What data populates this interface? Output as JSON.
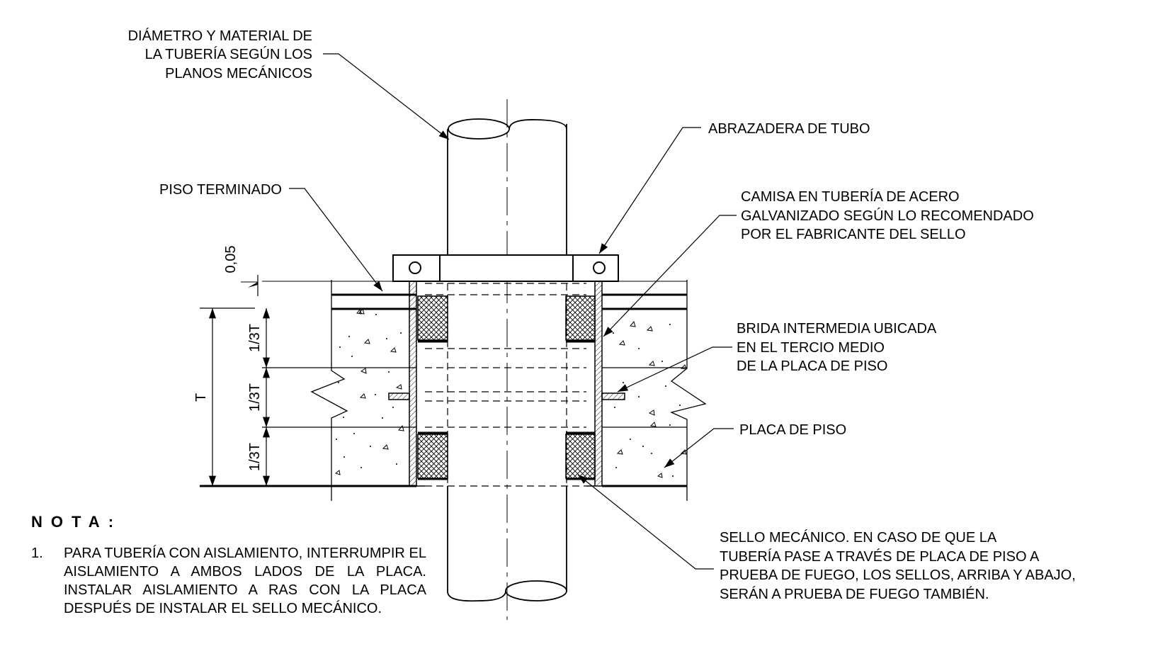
{
  "labels": {
    "pipe_spec": [
      "DIÁMETRO Y MATERIAL DE",
      "LA TUBERÍA SEGÚN LOS",
      "PLANOS MECÁNICOS"
    ],
    "pipe_clamp": "ABRAZADERA DE TUBO",
    "finished_floor": "PISO TERMINADO",
    "sleeve": [
      "CAMISA EN TUBERÍA DE ACERO",
      "GALVANIZADO SEGÚN LO RECOMENDADO",
      "POR EL FABRICANTE DEL SELLO"
    ],
    "intermediate_flange": [
      "BRIDA INTERMEDIA UBICADA",
      "EN EL TERCIO MEDIO",
      "DE LA PLACA DE PISO"
    ],
    "floor_slab": "PLACA DE PISO",
    "mechanical_seal": [
      "SELLO MECÁNICO. EN CASO DE QUE LA",
      "TUBERÍA PASE A TRAVÉS DE PLACA DE PISO A",
      "PRUEBA DE FUEGO, LOS SELLOS, ARRIBA Y ABAJO,",
      "SERÁN A PRUEBA DE FUEGO TAMBIÉN."
    ]
  },
  "dimensions": {
    "topping": "0,05",
    "thickness": "T",
    "third": "1/3T"
  },
  "note": {
    "heading": "NOTA:",
    "number": "1.",
    "text": "PARA TUBERÍA CON AISLAMIENTO, INTERRUMPIR EL AISLAMIENTO A AMBOS LADOS DE LA PLACA. INSTALAR AISLAMIENTO A RAS CON LA PLACA DESPUÉS DE INSTALAR EL SELLO MECÁNICO."
  }
}
